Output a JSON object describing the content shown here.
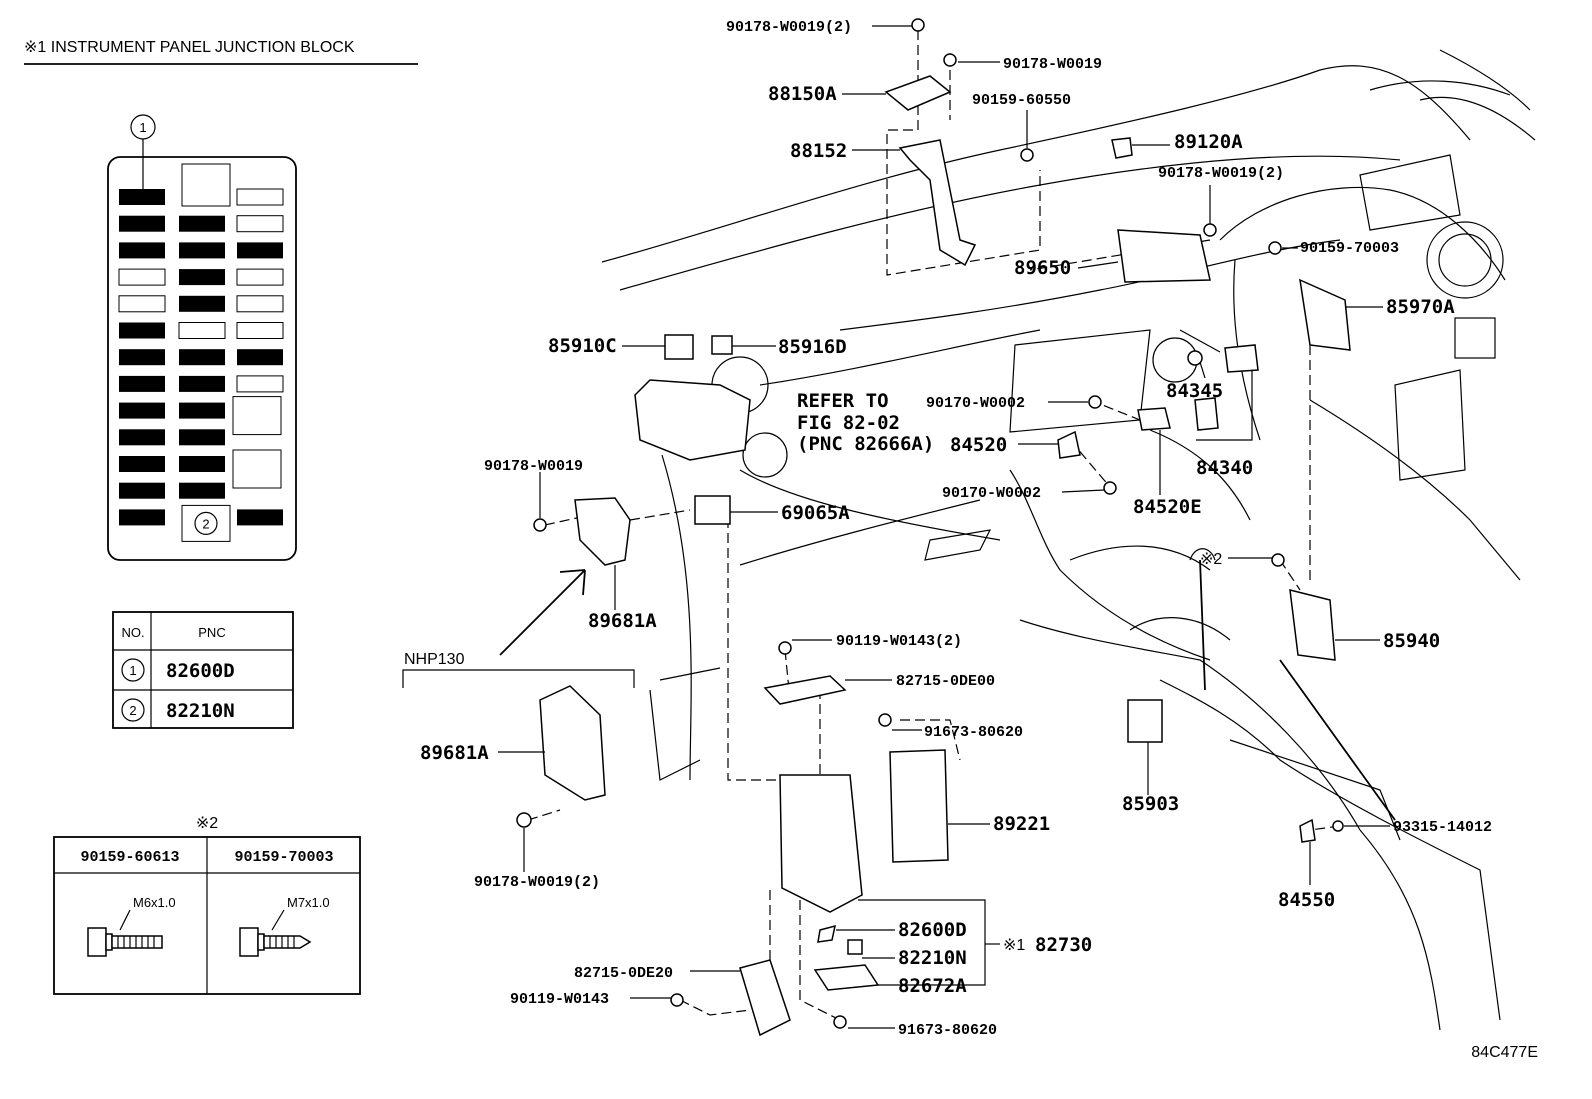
{
  "header": {
    "title": "※1 INSTRUMENT PANEL JUNCTION BLOCK"
  },
  "junction_block": {
    "callout_1": "1",
    "callout_2": "2"
  },
  "pnc_table": {
    "col_no": "NO.",
    "col_pnc": "PNC",
    "rows": [
      {
        "no": "1",
        "pnc": "82600D"
      },
      {
        "no": "2",
        "pnc": "82210N"
      }
    ]
  },
  "bolt_table": {
    "title": "※2",
    "bolts": [
      {
        "part": "90159-60613",
        "thread": "M6x1.0"
      },
      {
        "part": "90159-70003",
        "thread": "M7x1.0"
      }
    ]
  },
  "variant_label": "NHP130",
  "refer_note": {
    "line1": "REFER TO",
    "line2": "FIG 82-02",
    "line3": "(PNC 82666A)"
  },
  "figure_code": "84C477E",
  "parts": {
    "p90178_w0019_2_top": "90178-W0019(2)",
    "p90178_w0019_top": "90178-W0019",
    "p88150a": "88150A",
    "p90159_60550": "90159-60550",
    "p88152": "88152",
    "p89120a": "89120A",
    "p90178_w0019_2_mid": "90178-W0019(2)",
    "p90159_70003": "90159-70003",
    "p89650": "89650",
    "p85970a": "85970A",
    "p85910c": "85910C",
    "p85916d": "85916D",
    "p84345": "84345",
    "p90170_w0002_a": "90170-W0002",
    "p84520": "84520",
    "p84340": "84340",
    "p90178_w0019_left": "90178-W0019",
    "p90170_w0002_b": "90170-W0002",
    "p84520e": "84520E",
    "p69065a": "69065A",
    "p89681a_a": "89681A",
    "note2_mark": "※2",
    "p90119_w0143_2": "90119-W0143(2)",
    "p85940": "85940",
    "p82715_0de00": "82715-0DE00",
    "p91673_80620_a": "91673-80620",
    "p89681a_b": "89681A",
    "p85903": "85903",
    "p89221": "89221",
    "p93315_14012": "93315-14012",
    "p90178_w0019_2_low": "90178-W0019(2)",
    "p84550": "84550",
    "p82600d": "82600D",
    "p82730_mark": "※1",
    "p82730": "82730",
    "p82210n": "82210N",
    "p82715_0de20": "82715-0DE20",
    "p82672a": "82672A",
    "p90119_w0143": "90119-W0143",
    "p91673_80620_b": "91673-80620"
  },
  "fuse_grid": {
    "rows": [
      [
        "on",
        "big",
        "off"
      ],
      [
        "on",
        "on",
        "off"
      ],
      [
        "on",
        "on",
        "on"
      ],
      [
        "off",
        "on",
        "off"
      ],
      [
        "off",
        "on",
        "off"
      ],
      [
        "on",
        "off",
        "off"
      ],
      [
        "on",
        "on",
        "on"
      ],
      [
        "on",
        "on",
        "off"
      ],
      [
        "on",
        "on",
        "big"
      ],
      [
        "on",
        "on",
        "big"
      ],
      [
        "on",
        "on",
        "big"
      ],
      [
        "on",
        "on",
        "big"
      ],
      [
        "on",
        "box2",
        "on"
      ]
    ]
  }
}
